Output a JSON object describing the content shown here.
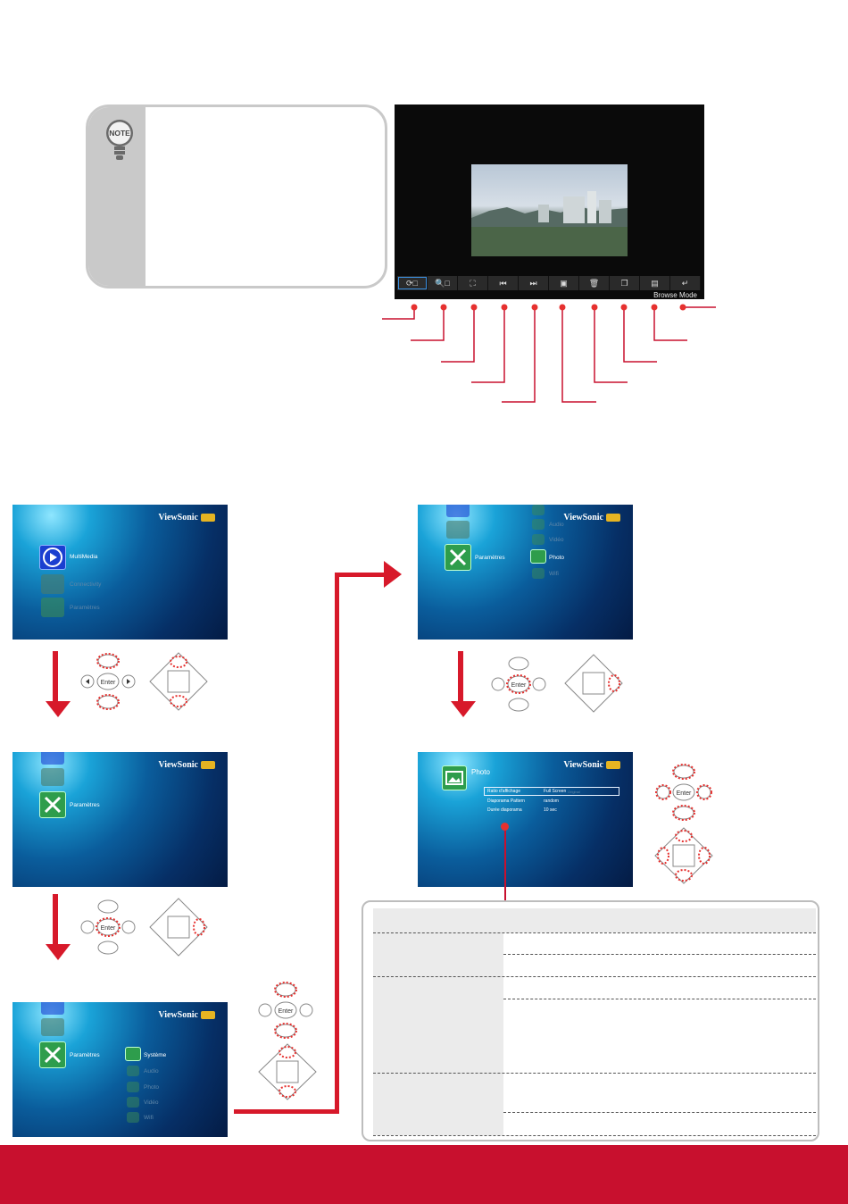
{
  "note": {
    "badge": "NOTE",
    "icon": "lightbulb-note-icon"
  },
  "player": {
    "browse_mode": "Browse Mode",
    "toolbar": [
      {
        "name": "rotate",
        "glyph": "⟳□"
      },
      {
        "name": "zoom",
        "glyph": "🔍□"
      },
      {
        "name": "fullscreen",
        "glyph": "⛶"
      },
      {
        "name": "previous",
        "glyph": "⏮"
      },
      {
        "name": "next",
        "glyph": "⏭"
      },
      {
        "name": "slideshow",
        "glyph": "▣"
      },
      {
        "name": "delete",
        "glyph": "🗑"
      },
      {
        "name": "copy",
        "glyph": "❐"
      },
      {
        "name": "info",
        "glyph": "▤"
      },
      {
        "name": "return",
        "glyph": "↵"
      }
    ]
  },
  "screens": {
    "brand": "ViewSonic",
    "s1": {
      "active": "MultiMedia",
      "dim1": "Connectivity",
      "dim2": "Paramètres"
    },
    "s2": {
      "active": "Paramètres"
    },
    "s3": {
      "active": "Paramètres",
      "sub_active": "Système",
      "sub2": "Audio",
      "sub3": "Photo",
      "sub4": "Vidéo",
      "sub5": "Wifi"
    },
    "s4": {
      "active": "Paramètres",
      "sub_active": "Photo",
      "sub1": "Audio",
      "sub2": "Vidéo",
      "sub3": "Wifi"
    },
    "s5": {
      "title": "Photo",
      "rows": [
        {
          "label": "Ratio d'affichage",
          "value": "Full Screen",
          "hint": "Original"
        },
        {
          "label": "Diaporama Pattern",
          "value": "random"
        },
        {
          "label": "Durée diaporama",
          "value": "10 sec"
        }
      ]
    }
  },
  "remote": {
    "enter": "Enter"
  },
  "colors": {
    "accent_red": "#d7192a",
    "footer_red": "#c8102e"
  }
}
